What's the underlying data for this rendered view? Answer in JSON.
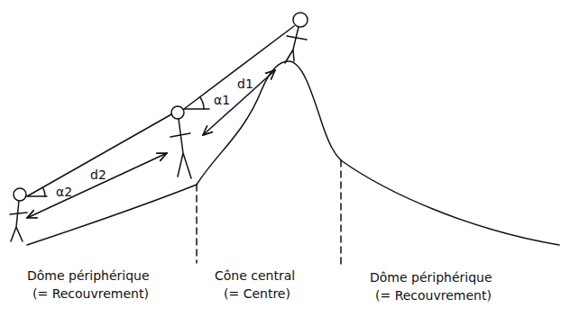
{
  "diagram": {
    "labels": [
      "α1",
      "d1",
      "α2",
      "d2",
      "Dôme périphérique",
      "(= Recouvrement)",
      "Cône central",
      "(= Centre)",
      "Dôme périphérique",
      "(= Recouvrement)"
    ]
  }
}
